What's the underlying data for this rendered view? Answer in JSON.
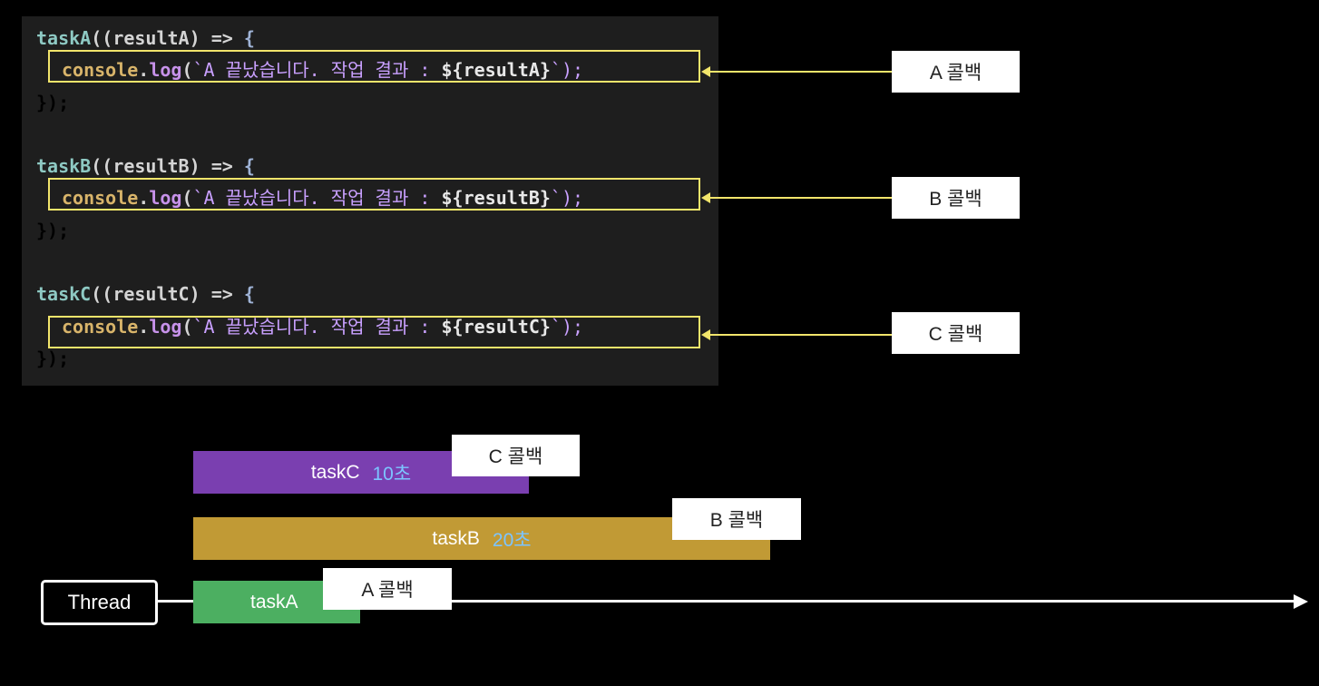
{
  "code": {
    "blocks": [
      {
        "fn": "taskA",
        "param": "resultA",
        "log_obj": "console",
        "log_method": "log",
        "message": "`A 끝났습니다. 작업 결과 : ",
        "tmpl": "${resultA}",
        "tail": "`);",
        "close": "});"
      },
      {
        "fn": "taskB",
        "param": "resultB",
        "log_obj": "console",
        "log_method": "log",
        "message": "`A 끝났습니다. 작업 결과 : ",
        "tmpl": "${resultB}",
        "tail": "`);",
        "close": "});"
      },
      {
        "fn": "taskC",
        "param": "resultC",
        "log_obj": "console",
        "log_method": "log",
        "message": "`A 끝났습니다. 작업 결과 : ",
        "tmpl": "${resultC}",
        "tail": "`);",
        "close": "});"
      }
    ]
  },
  "callbacks": {
    "a": "A 콜백",
    "b": "B 콜백",
    "c": "C 콜백"
  },
  "tasks": {
    "c": {
      "name": "taskC",
      "duration": "10초",
      "color": "#7a3fb0"
    },
    "b": {
      "name": "taskB",
      "duration": "20초",
      "color": "#c19a35"
    },
    "a": {
      "name": "taskA",
      "duration": "",
      "color": "#4caf61"
    }
  },
  "thread_label": "Thread",
  "colors": {
    "highlight": "#f2e56b",
    "duration_text": "#7cc4ff"
  }
}
